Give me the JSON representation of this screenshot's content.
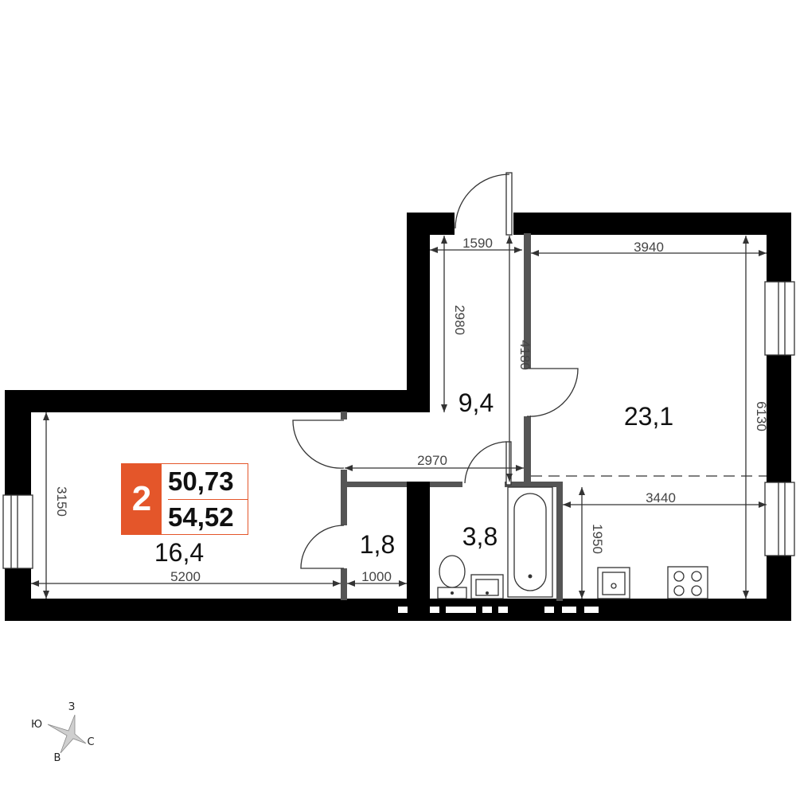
{
  "apartment": {
    "rooms_count": "2",
    "living_area": "50,73",
    "total_area": "54,52"
  },
  "rooms": {
    "living_room": "16,4",
    "hallway": "9,4",
    "bedroom": "23,1",
    "storage": "1,8",
    "bathroom": "3,8"
  },
  "dimensions": {
    "d_1590": "1590",
    "d_3940": "3940",
    "d_2980": "2980",
    "d_4180": "4180",
    "d_6130": "6130",
    "d_3150": "3150",
    "d_2970": "2970",
    "d_3440": "3440",
    "d_1950": "1950",
    "d_5200": "5200",
    "d_1000": "1000"
  },
  "compass": {
    "north_label": "С",
    "south_label": "Ю",
    "west_label": "З",
    "east_label": "В"
  },
  "colors": {
    "accent": "#e4562a",
    "wall": "#000000",
    "partition": "#555555"
  }
}
